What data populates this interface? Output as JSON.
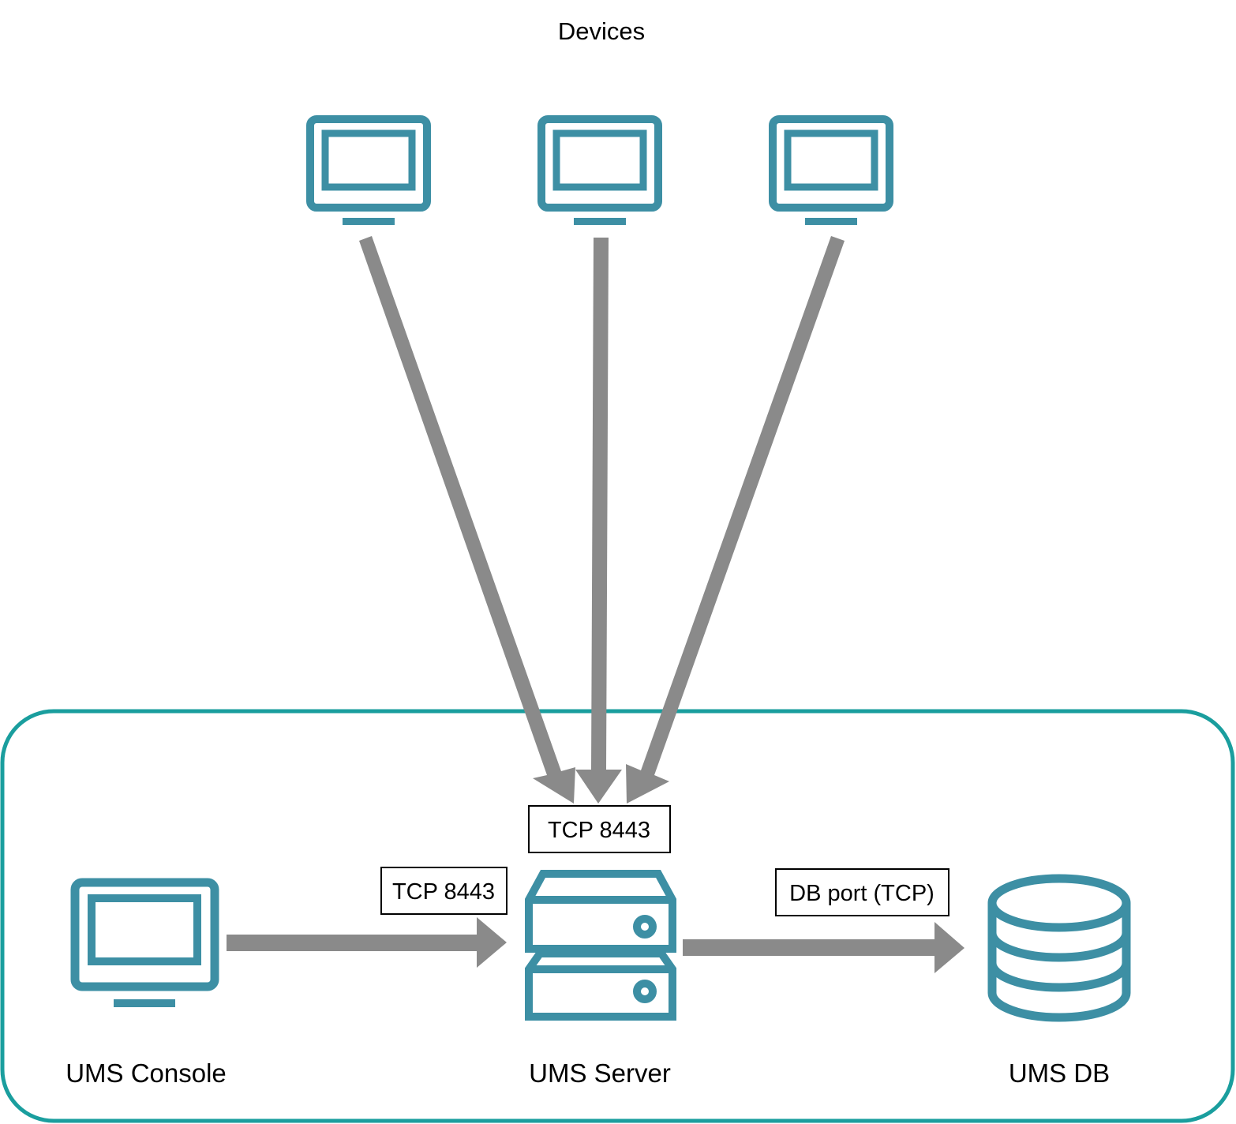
{
  "title": "Devices",
  "colors": {
    "icon": "#3d8fa4",
    "boundary": "#1a9e9e",
    "arrow": "#8a8a8a",
    "label_border": "#000000"
  },
  "devices": [
    {
      "icon": "monitor-icon"
    },
    {
      "icon": "monitor-icon"
    },
    {
      "icon": "monitor-icon"
    }
  ],
  "nodes": {
    "console": {
      "label": "UMS Console",
      "icon": "monitor-icon"
    },
    "server": {
      "label": "UMS Server",
      "icon": "server-icon"
    },
    "db": {
      "label": "UMS DB",
      "icon": "database-icon"
    }
  },
  "connections": {
    "devices_to_server": {
      "label": "TCP 8443"
    },
    "console_to_server": {
      "label": "TCP 8443"
    },
    "server_to_db": {
      "label": "DB port (TCP)"
    }
  }
}
